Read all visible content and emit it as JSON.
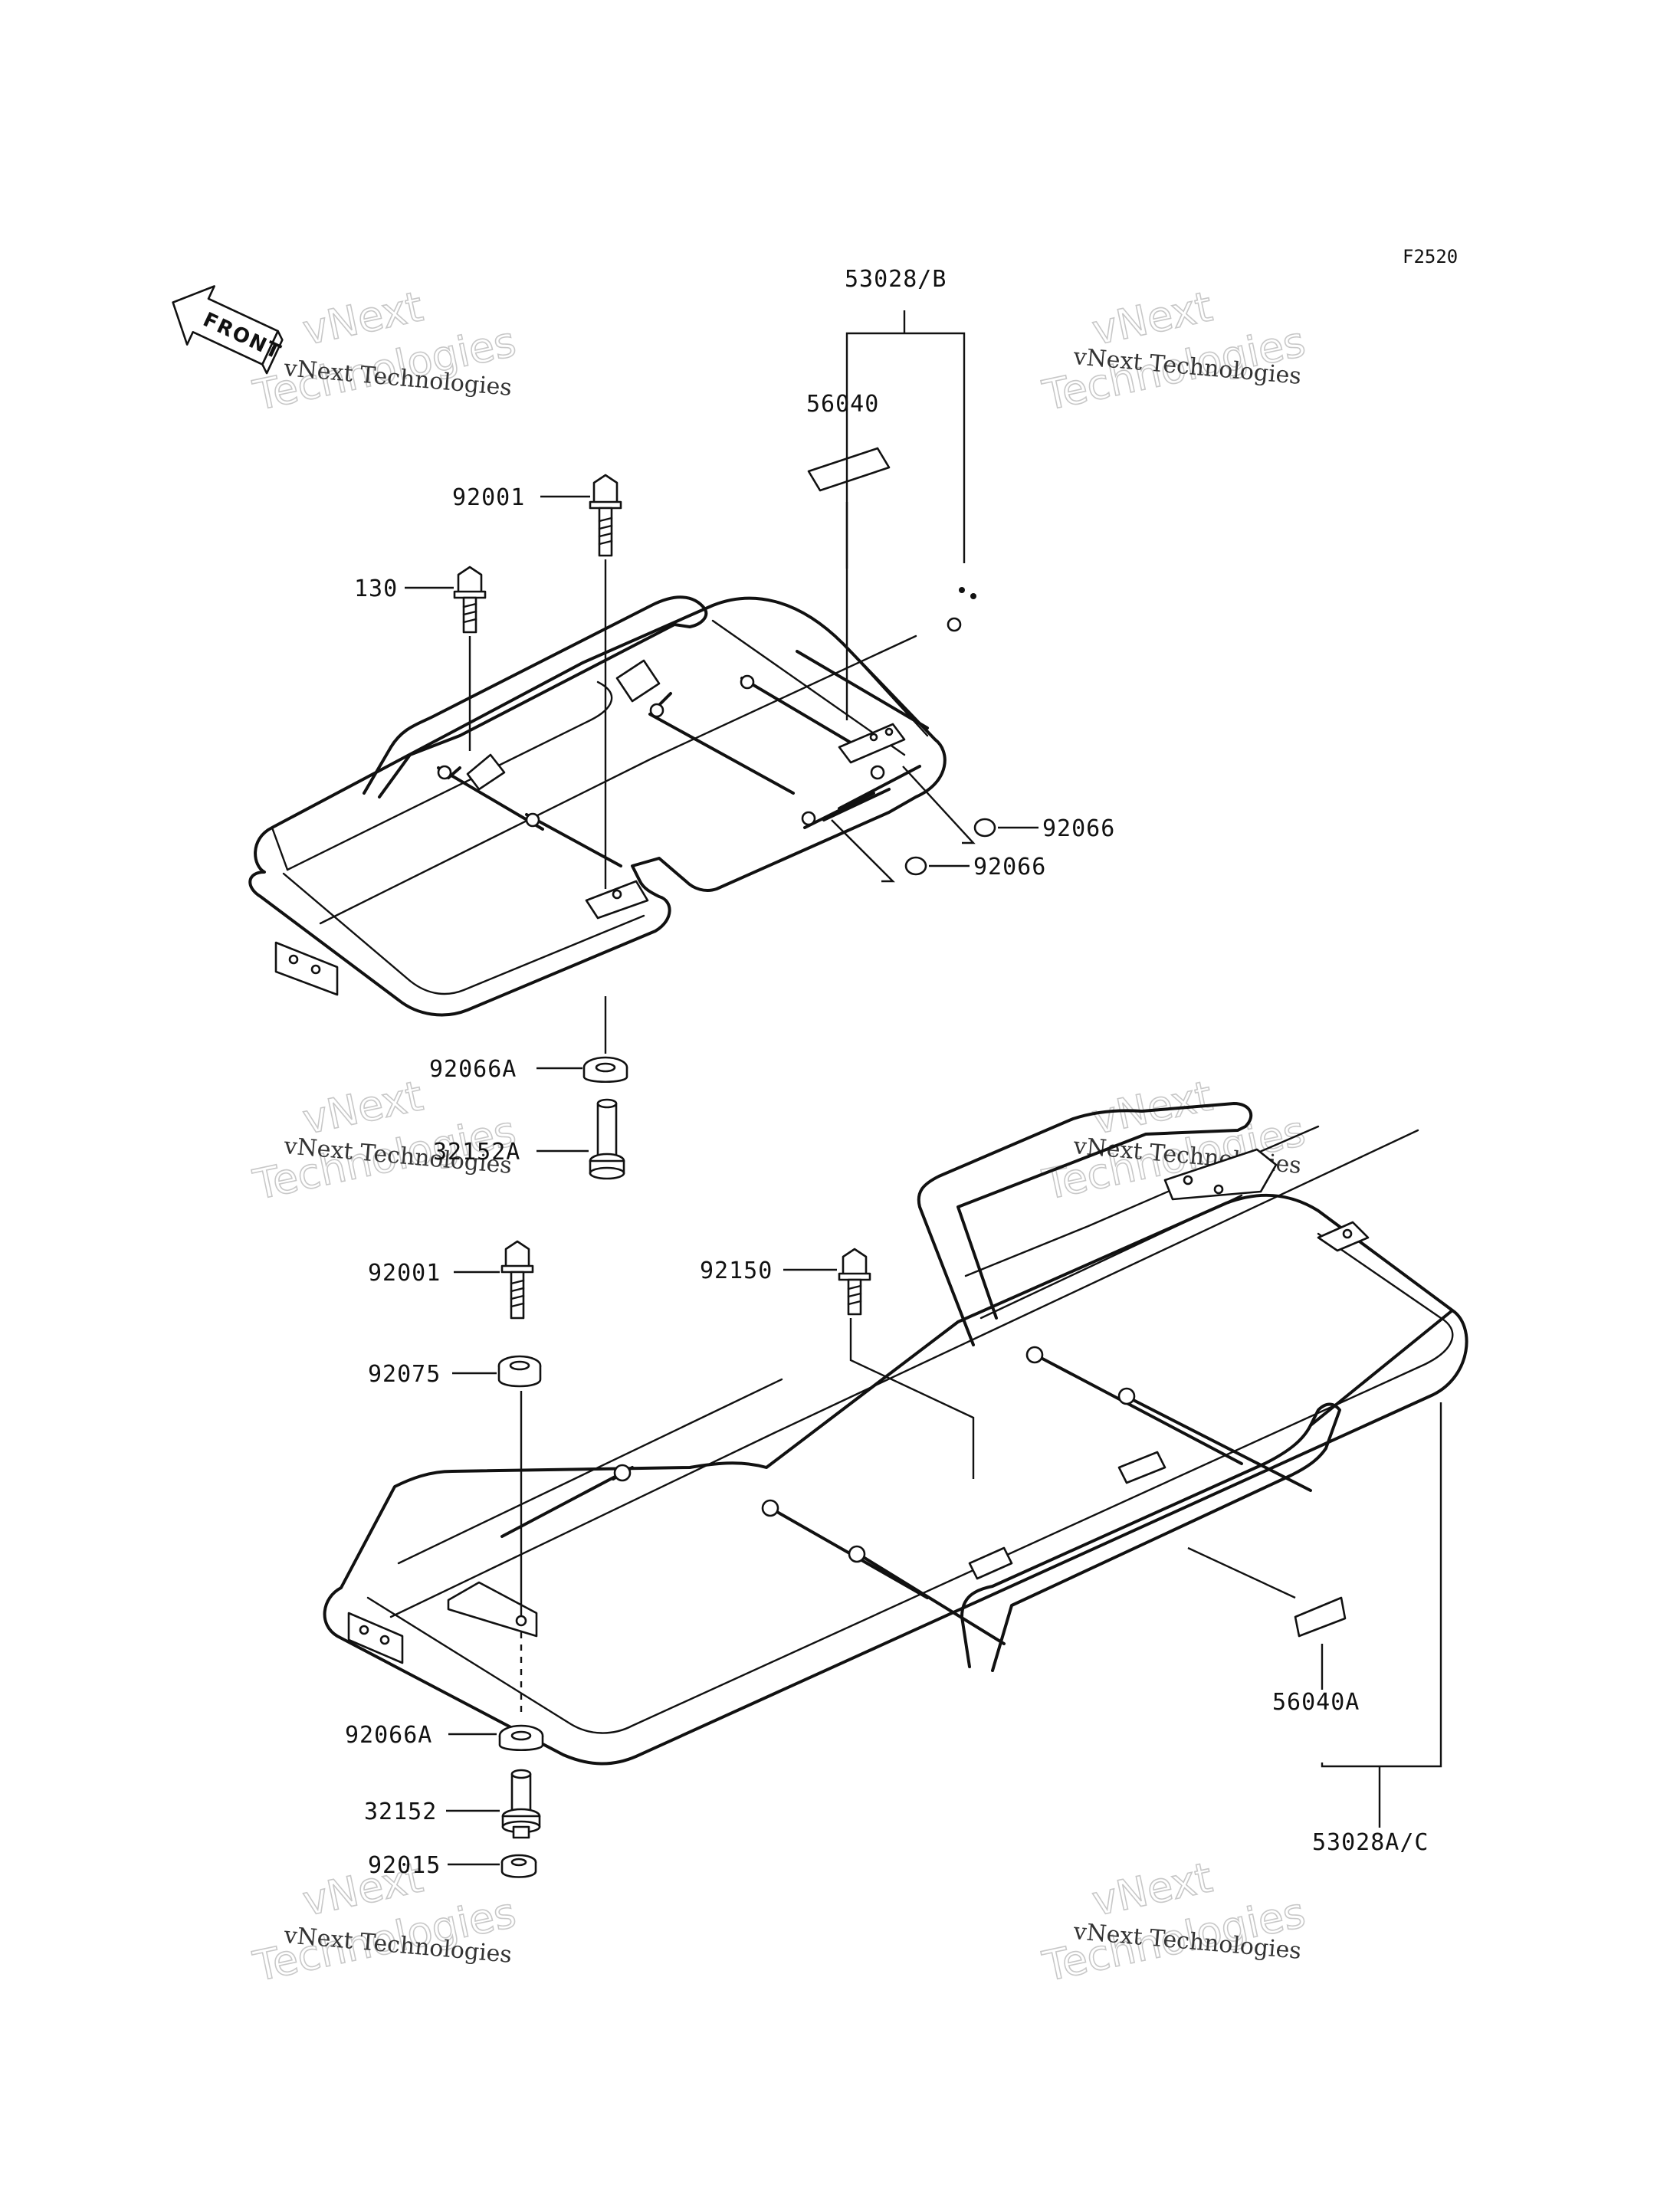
{
  "figure_code": "F2520",
  "front_label": "FRONT",
  "watermark": {
    "line1": "vNext",
    "line2": "Technologies",
    "small": "vNext Technologies"
  },
  "labels": [
    {
      "id": "53028-b",
      "text": "53028/B"
    },
    {
      "id": "56040",
      "text": "56040"
    },
    {
      "id": "92001-top",
      "text": "92001"
    },
    {
      "id": "130",
      "text": "130"
    },
    {
      "id": "92066-a",
      "text": "92066"
    },
    {
      "id": "92066-b",
      "text": "92066"
    },
    {
      "id": "92066a-top",
      "text": "92066A"
    },
    {
      "id": "32152a",
      "text": "32152A"
    },
    {
      "id": "92001-bottom",
      "text": "92001"
    },
    {
      "id": "92150",
      "text": "92150"
    },
    {
      "id": "92075",
      "text": "92075"
    },
    {
      "id": "92066a-bottom",
      "text": "92066A"
    },
    {
      "id": "32152",
      "text": "32152"
    },
    {
      "id": "92015",
      "text": "92015"
    },
    {
      "id": "56040a",
      "text": "56040A"
    },
    {
      "id": "53028a-c",
      "text": "53028A/C"
    }
  ]
}
